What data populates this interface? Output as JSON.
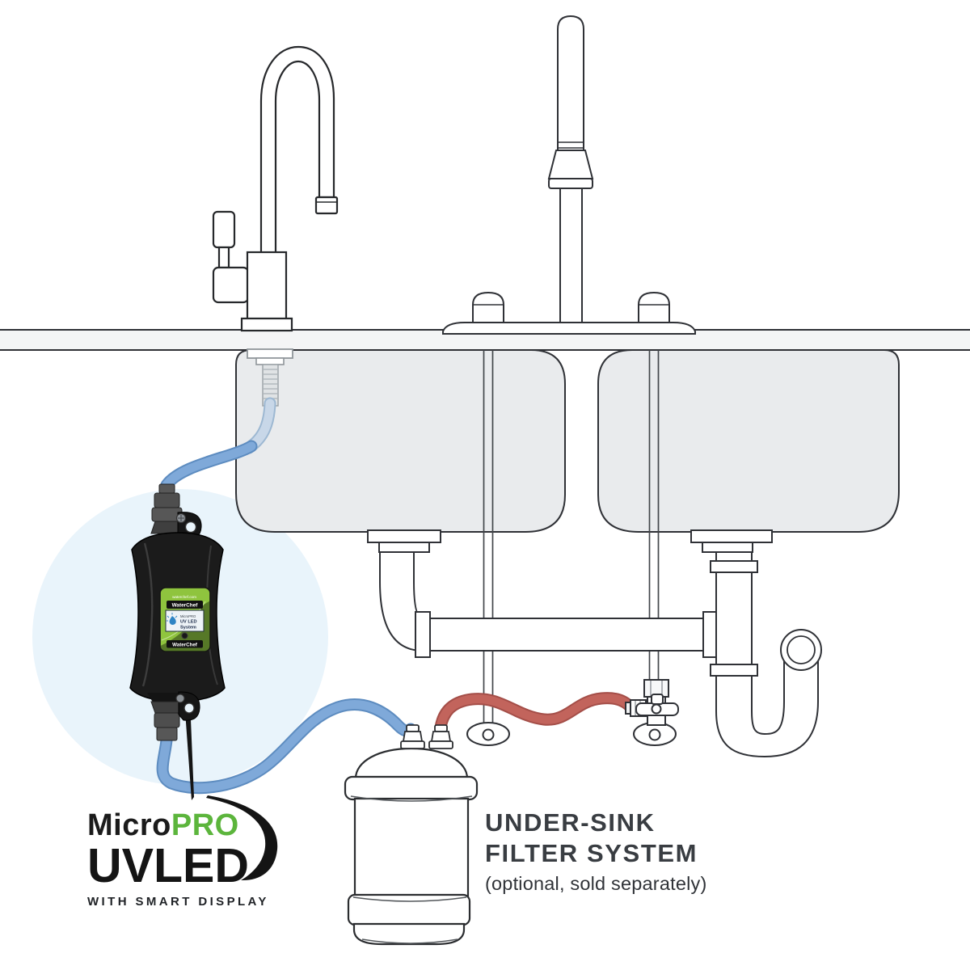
{
  "logo": {
    "micro": "Micro",
    "pro": "PRO",
    "model": "UVLED",
    "tagline": "WITH SMART DISPLAY"
  },
  "filter_label": {
    "line1": "UNDER-SINK",
    "line2": "FILTER SYSTEM",
    "note": "(optional, sold separately)"
  },
  "device_panel": {
    "website": "waterchef.com",
    "brand_top": "WaterChef",
    "screen_line1": "MicroPRO",
    "screen_line2": "UV LED",
    "screen_line3": "System",
    "brand_bottom": "WaterChef"
  },
  "icons": {
    "water_drop": "water-drop-icon",
    "swoosh": "swoosh-arc"
  },
  "colors": {
    "line_art": "#2f3136",
    "counter_fill": "#f4f5f6",
    "basin_fill": "#e9ebed",
    "halo_blue": "#e9f4fb",
    "tube_blue": "#7fa9d9",
    "tube_blue_faded": "#c8d7e8",
    "tube_red": "#c2645c",
    "device_body": "#1b1b1b",
    "panel_green": "#8fc43e",
    "logo_green": "#5cb53c",
    "label_text": "#393d42"
  }
}
